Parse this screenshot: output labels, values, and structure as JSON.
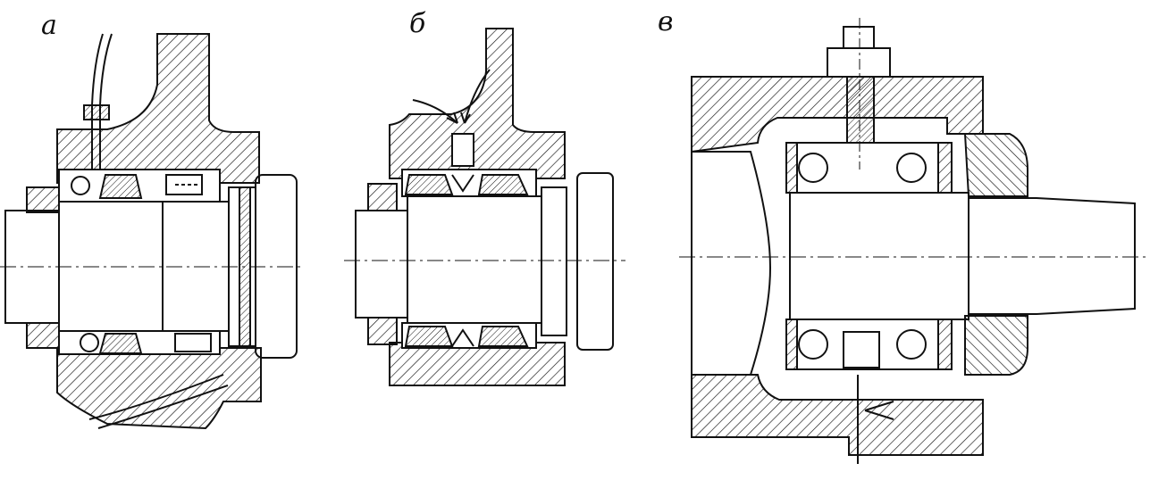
{
  "figure": {
    "panels": [
      {
        "id": "a",
        "label": "а"
      },
      {
        "id": "b",
        "label": "б"
      },
      {
        "id": "c",
        "label": "в"
      }
    ]
  },
  "colors": {
    "ink": "#111111",
    "paper": "#ffffff"
  }
}
